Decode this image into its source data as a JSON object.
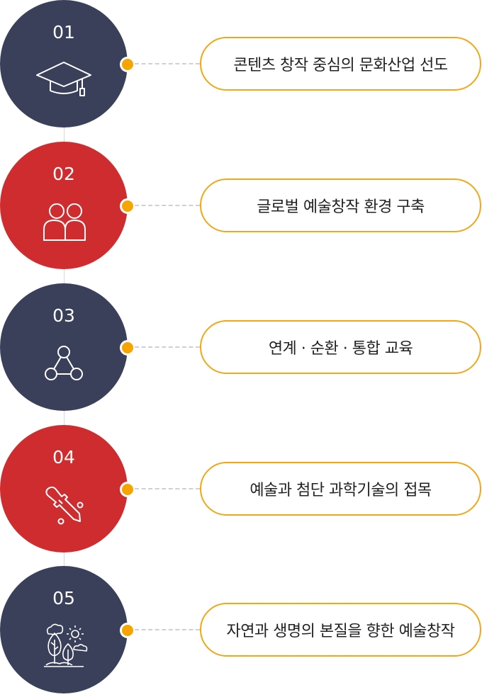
{
  "colors": {
    "navy": "#3a405a",
    "red": "#ce2c2e",
    "accent_orange": "#f5a400",
    "pill_border": "#f0a817",
    "connector": "#d0d0d0"
  },
  "items": [
    {
      "number": "01",
      "color": "navy",
      "icon": "graduation-cap-icon",
      "label": "콘텐츠 창작 중심의 문화산업 선도"
    },
    {
      "number": "02",
      "color": "red",
      "icon": "two-people-icon",
      "label": "글로벌 예술창작 환경 구축"
    },
    {
      "number": "03",
      "color": "navy",
      "icon": "network-triangle-icon",
      "label": "연계 · 순환 · 통합 교육"
    },
    {
      "number": "04",
      "color": "red",
      "icon": "dropper-icon",
      "label": "예술과 첨단 과학기술의 접목"
    },
    {
      "number": "05",
      "color": "navy",
      "icon": "nature-trees-sun-icon",
      "label": "자연과 생명의 본질을 향한 예술창작"
    }
  ]
}
